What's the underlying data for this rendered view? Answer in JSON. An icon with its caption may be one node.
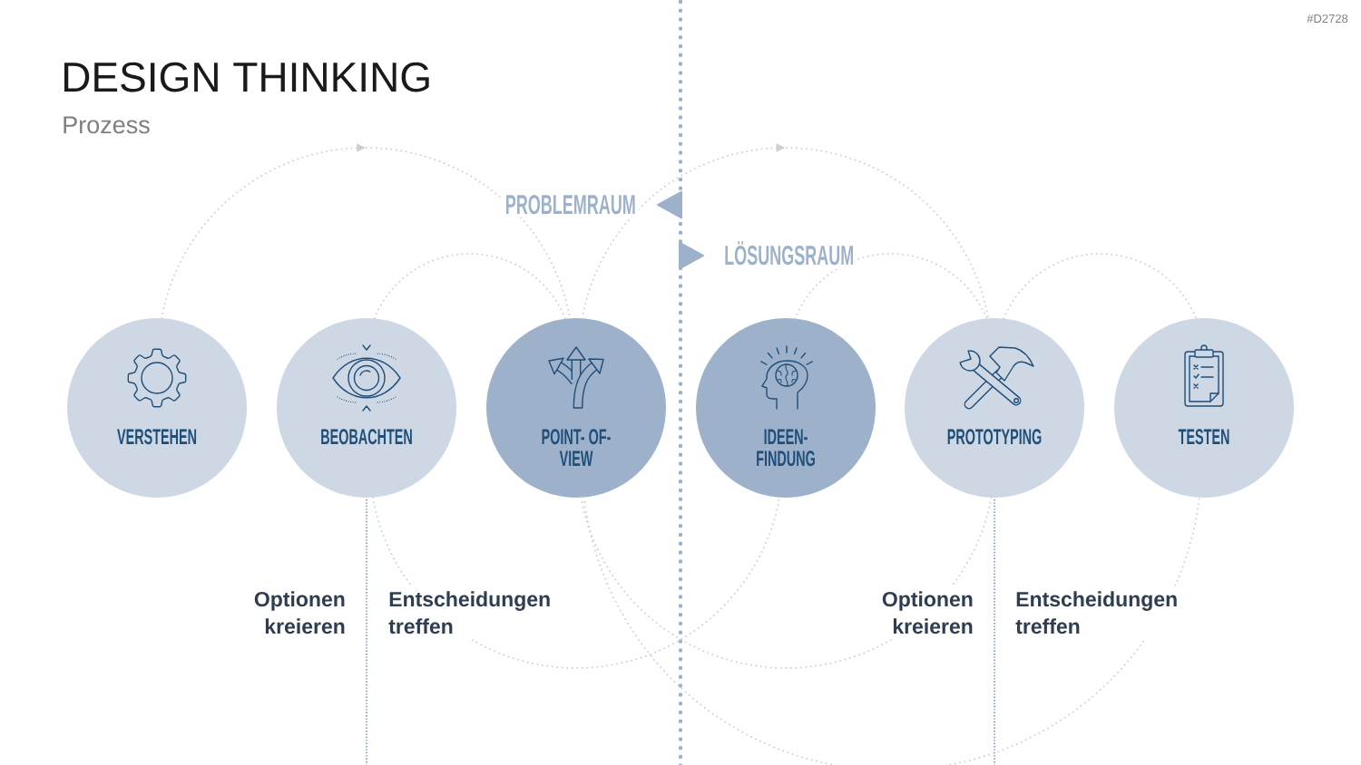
{
  "diagram": {
    "title": "DESIGN THINKING",
    "nodes": [
      {
        "text": [
          "VERSTEHEN"
        ]
      },
      {
        "text": [
          "BEOBACHTEN"
        ]
      },
      {
        "text": [
          "POINT- OF- VIEW"
        ]
      },
      {
        "text": [
          "IDEEN- FINDUNG"
        ]
      },
      {
        "text": [
          "PROTOTYPING"
        ]
      },
      {
        "text": [
          "TESTEN"
        ]
      }
    ],
    "edges": [
      {
        "from": 0,
        "to": 2,
        "arrow": "to"
      },
      {
        "from": 1,
        "to": 2,
        "arrow": "none"
      },
      {
        "from": 2,
        "to": 4,
        "arrow": "to"
      },
      {
        "from": 3,
        "to": 4,
        "arrow": "none"
      },
      {
        "from": 4,
        "to": 5,
        "arrow": "none"
      },
      {
        "from": 1,
        "to": 3,
        "arrow": "none"
      },
      {
        "from": 2,
        "to": 4,
        "arrow": "none"
      },
      {
        "from": 2,
        "to": 5,
        "arrow": "none"
      }
    ],
    "labels": [
      "#D2728",
      "Prozess",
      "PROBLEMRAUM",
      "LÖSUNGSRAUM",
      "Optionen kreieren",
      "Entscheidungen treffen",
      "Optionen kreieren",
      "Entscheidungen treffen"
    ]
  }
}
